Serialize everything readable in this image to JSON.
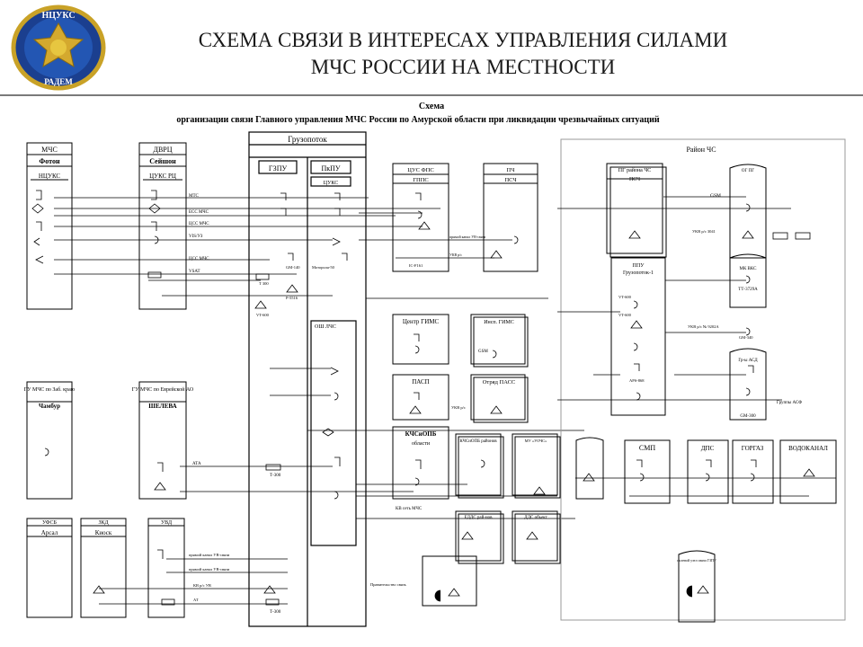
{
  "header": {
    "title_line1": "СХЕМА СВЯЗИ В ИНТЕРЕСАХ УПРАВЛЕНИЯ СИЛАМИ",
    "title_line2": "МЧС РОССИИ НА МЕСТНОСТИ",
    "logo_text_top": "НЦУКС",
    "logo_text_bottom": "РАДЕМ"
  },
  "diagram": {
    "title": "Схема",
    "subtitle": "организации связи Главного управления МЧС России по Амурской области при ликвидации чрезвычайных ситуаций",
    "left_top": {
      "mchs": "МЧС",
      "foton": "Фотон",
      "ncuks": "НЦУКС",
      "dvrc": "ДВРЦ",
      "seyshn": "Сейшон",
      "cuks_rc": "ЦУКС РЦ",
      "line1": "МТС",
      "line2": "ЕСС МЧС",
      "line3": "ЦСС МЧС",
      "line4": "VIS/УЗ",
      "line5": "ЦСС МЧС",
      "line6": "VSAT"
    },
    "left_mid": {
      "gu1": "ГУ МЧС по Заб. краю",
      "chamur": "Чамбур",
      "gu2": "ГУ МЧС по Еврейской АО",
      "yulnova": "ШЕЛЕВА",
      "ata": "АТА",
      "t300": "Т-300"
    },
    "left_bottom": {
      "ufsb": "УФСБ",
      "arsal": "Арсал",
      "zkd": "ЗКД",
      "kiosk": "Киоск",
      "uvd": "УВД",
      "l1": "прямой канал УВ-связи",
      "l2": "прямой канал УВ-связи",
      "l3": "КВ р/с УВ",
      "at": "АТ",
      "t300": "Т-300"
    },
    "center": {
      "gruzopotok": "Грузопоток",
      "gzpu": "ГЗПУ",
      "ppu": "ПкПУ",
      "cuks": "ЦУКС",
      "gm": "GM-140",
      "motorola": "Моторола-50",
      "p": "Р-5516",
      "vt": "VT-600",
      "t300": "Т 300",
      "osh_lchs": "ОШ ЛЧС"
    },
    "mid": {
      "cus_fps": "ЦУС ФПС",
      "gpps": "ГППС",
      "pch": "ПЧ",
      "psch": "ПСЧ",
      "kanal": "прямой канал УВ-связи",
      "uvb": "УКВ р/с",
      "icf": "IC-F161",
      "center_gims": "Центр ГИМС",
      "insp_gims": "Инсп. ГИМС",
      "gsm": "GSM",
      "pass": "ПАСП",
      "otryad_pass": "Отряд ПАСС",
      "ukv": "УКВ р/с",
      "kchs_obl": "КЧСиОПБ",
      "oblasti": "области",
      "kchs_r": "КЧСиОПБ районов",
      "mu_ochs": "МУ «УОЧС»",
      "kv_set": "КВ сеть МЧС",
      "edds": "ЕДДС рай-нов",
      "dds": "ДДС объект",
      "pravitel": "Правительство связь"
    },
    "right": {
      "rayon_chs": "Район ЧС",
      "gsm": "GSM",
      "pg_rayona": "ПГ района ЧС",
      "psch": "ПСЧ",
      "og_pg": "ОГ ПГ",
      "ukv_set": "УКВ р/с 3041",
      "ppu": "ППУ",
      "gruzopotok": "Грузопоток-1",
      "mk_vks": "МК ВКС",
      "tt": "ТТ-3729А",
      "ukv2": "УКВ р/с № 9202А",
      "gm": "GM-340",
      "vt1": "VT-600",
      "vt2": "VT-600",
      "aps": "АРS-868",
      "gr_asd": "Гр-ы АСД",
      "gm300": "GM-300",
      "gruppa_asf": "Группы АСФ",
      "smp": "СМП",
      "dps": "ДПС",
      "gorgaz": "ГОРГАЗ",
      "vodokanal": "ВОДОКАНАЛ",
      "polevoi": "полевой узел связи ГЗПУ"
    }
  }
}
